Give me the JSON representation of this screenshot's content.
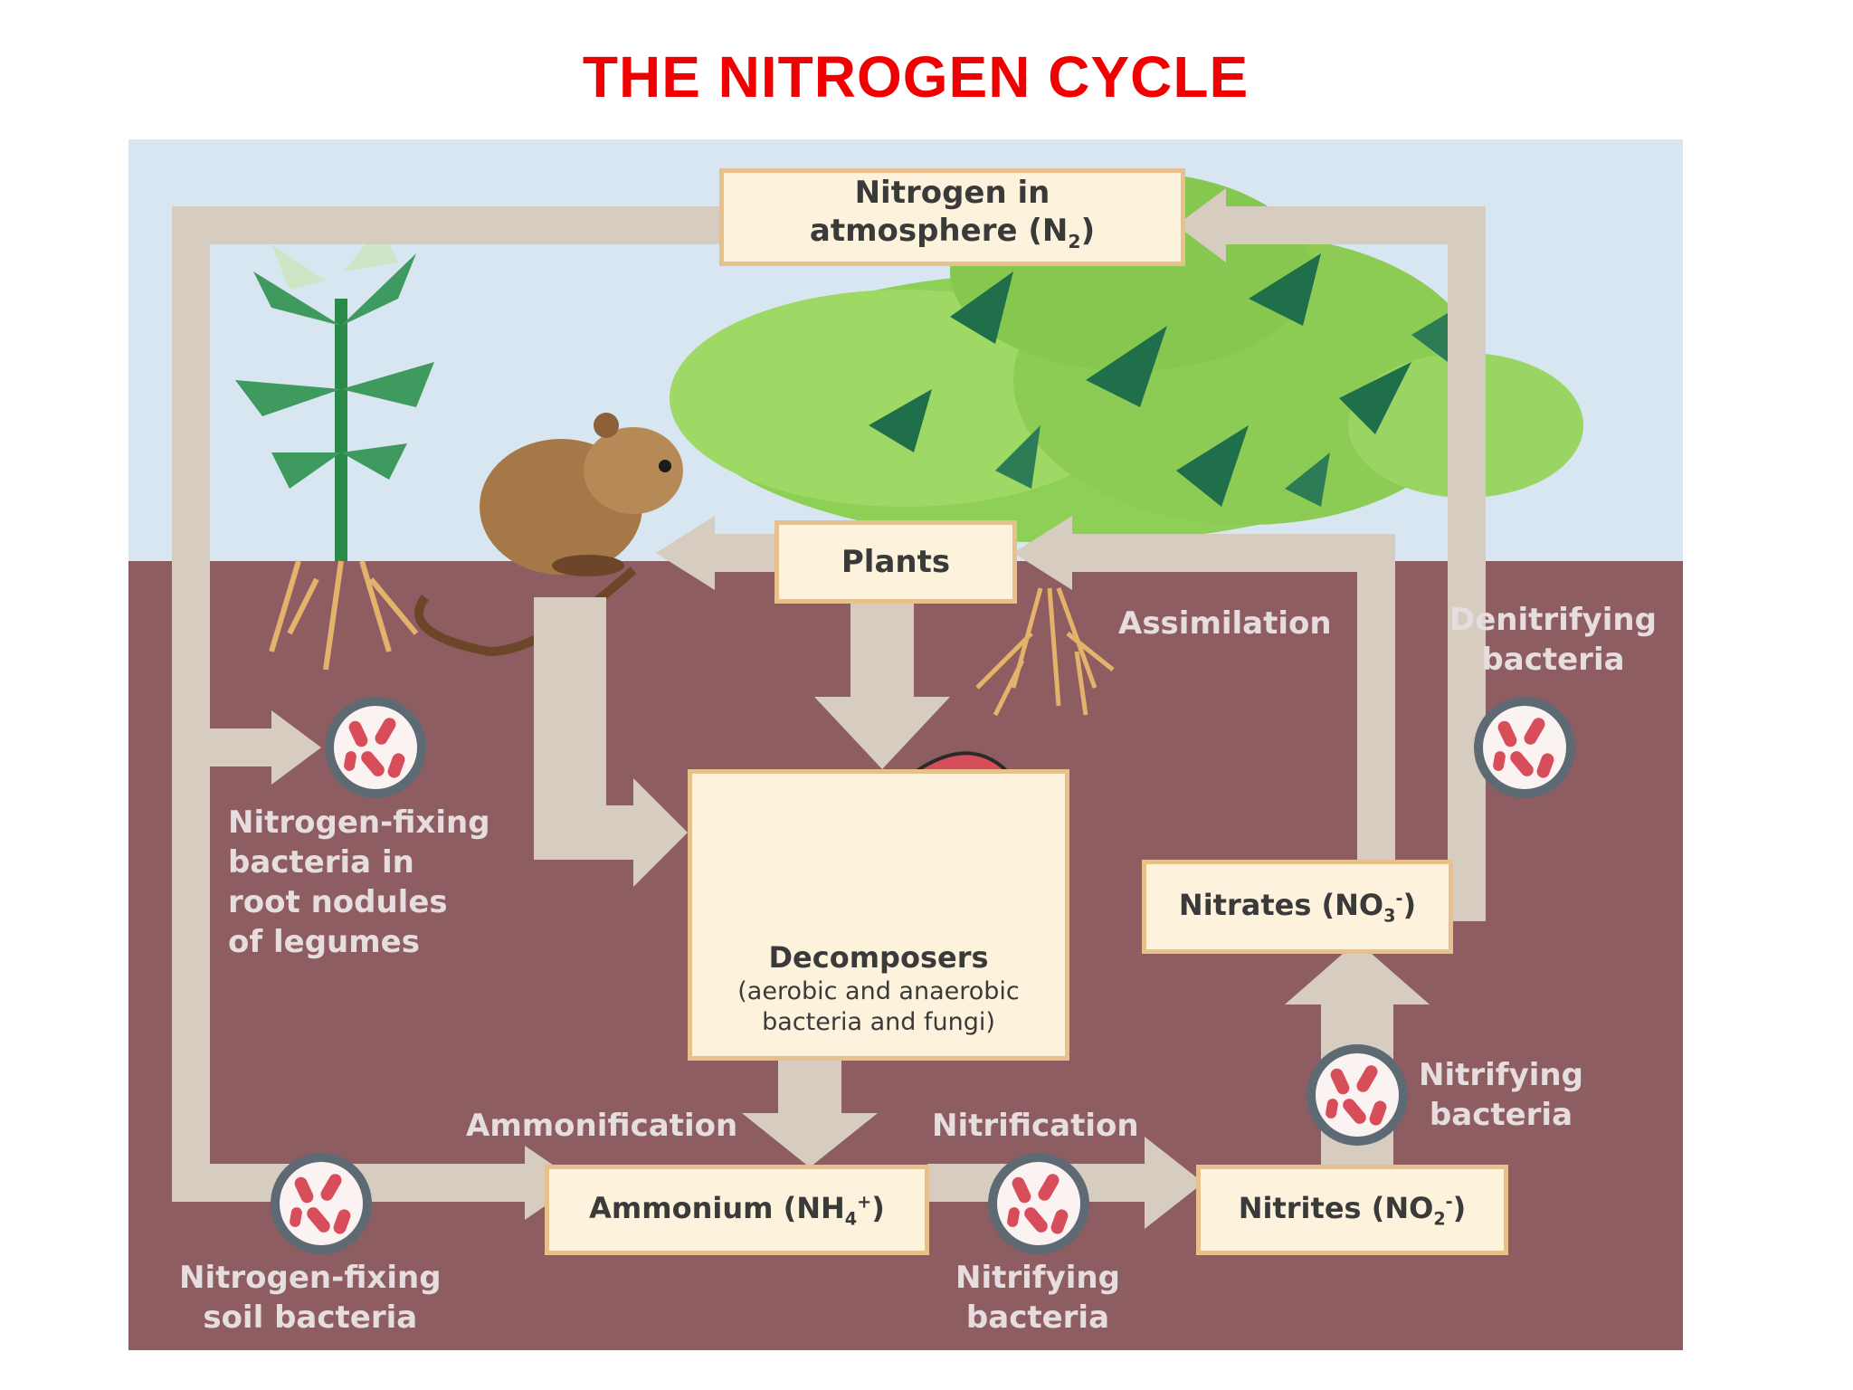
{
  "title": "THE NITROGEN CYCLE",
  "colors": {
    "title": "#f00000",
    "sky": "#d8e6f2",
    "soil": "#8e5d62",
    "arrow": "#d6ccbf",
    "box_fill": "#fdf2dc",
    "box_border": "#e8c08c",
    "bacteria": "#d84d5a",
    "label_text": "#e6dede"
  },
  "boxes": {
    "atmosphere": {
      "line1": "Nitrogen in",
      "line2_prefix": "atmosphere (N",
      "line2_sub": "2",
      "line2_suffix": ")"
    },
    "plants": "Plants",
    "decomposers": {
      "name": "Decomposers",
      "detail1": "(aerobic and anaerobic",
      "detail2": "bacteria and fungi)"
    },
    "nitrates": {
      "prefix": "Nitrates (NO",
      "sub": "3",
      "sup": "-",
      "suffix": ")"
    },
    "ammonium": {
      "prefix": "Ammonium (NH",
      "sub": "4",
      "sup": "+",
      "suffix": ")"
    },
    "nitrites": {
      "prefix": "Nitrites (NO",
      "sub": "2",
      "sup": "-",
      "suffix": ")"
    }
  },
  "labels": {
    "assimilation": "Assimilation",
    "denitrifying": [
      "Denitrifying",
      "bacteria"
    ],
    "nitrogen_fixing_legumes": [
      "Nitrogen-fixing",
      "bacteria in",
      "root nodules",
      "of legumes"
    ],
    "ammonification": "Ammonification",
    "nitrification": "Nitrification",
    "nitrifying_right": [
      "Nitrifying",
      "bacteria"
    ],
    "nitrogen_fixing_soil": [
      "Nitrogen-fixing",
      "soil bacteria"
    ],
    "nitrifying_bottom": [
      "Nitrifying",
      "bacteria"
    ]
  },
  "icons": [
    "legume-plant-icon",
    "mouse-icon",
    "tree-foliage-icon",
    "root-system-icon",
    "mushroom-icon",
    "bacteria-icon"
  ]
}
